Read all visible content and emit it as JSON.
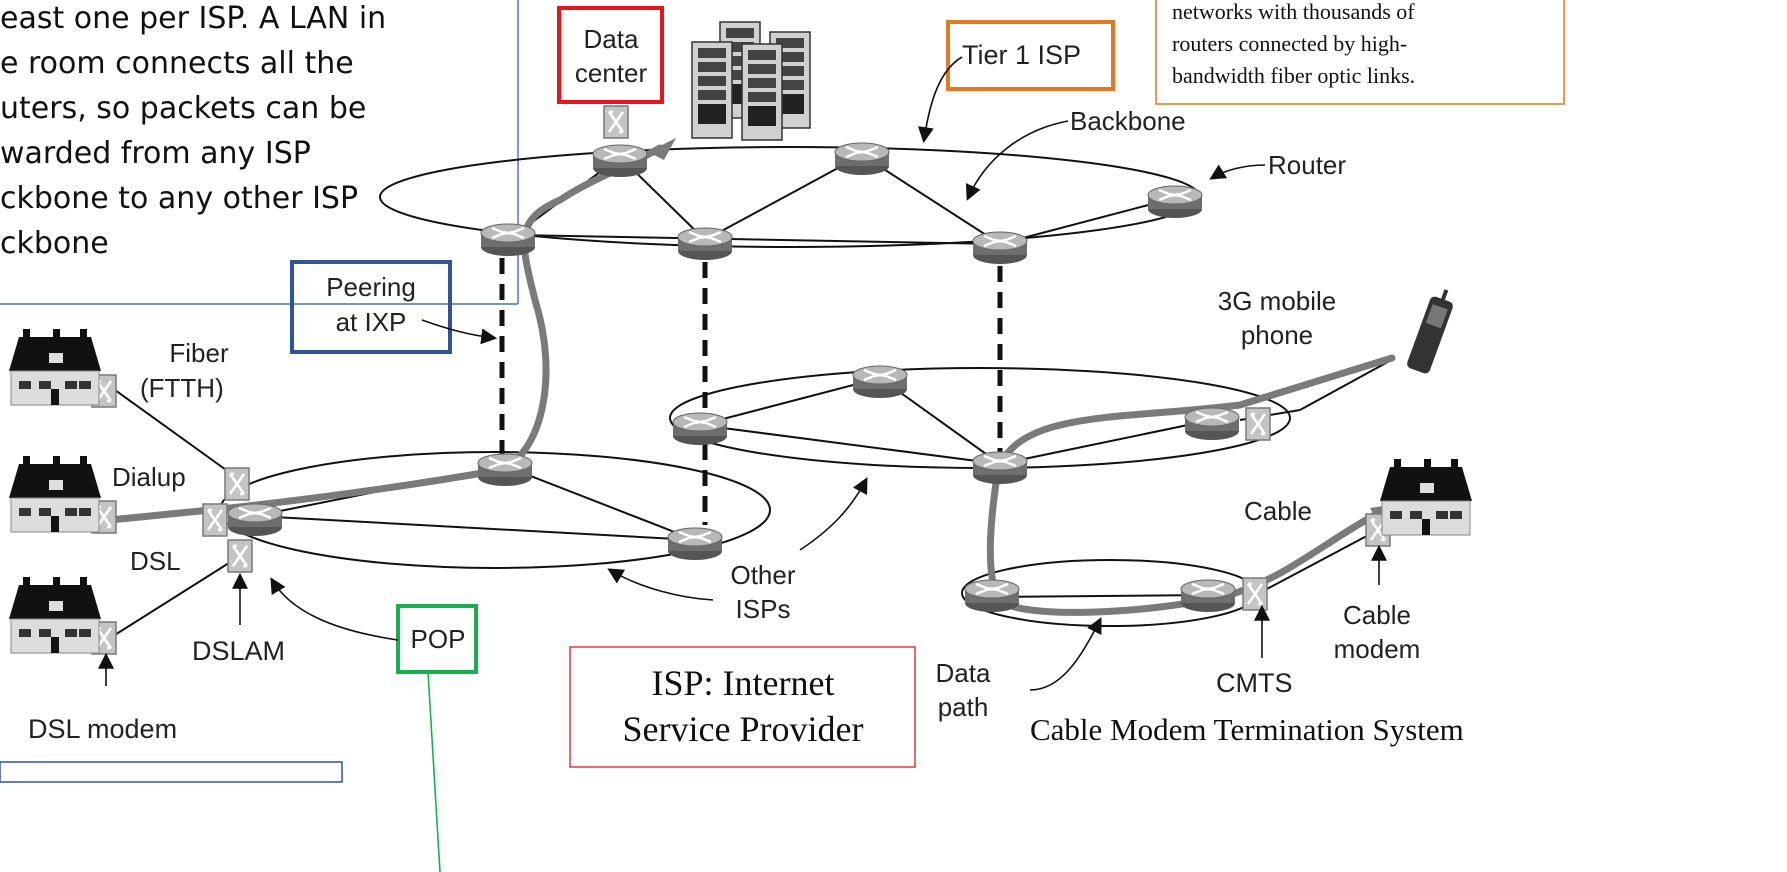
{
  "intro_text": {
    "line1": "east one per ISP. A LAN in",
    "line2": "e room connects all the",
    "line3": "uters, so packets can be",
    "line4": "warded from any ISP",
    "line5": "ckbone to any other ISP",
    "line6": "ckbone"
  },
  "labels": {
    "data_center": [
      "Data",
      "center"
    ],
    "tier1_isp": "Tier 1 ISP",
    "tier1_note": [
      "networks with thousands of",
      "routers connected by high-",
      "bandwidth fiber optic links."
    ],
    "backbone": "Backbone",
    "router": "Router",
    "peering": [
      "Peering",
      "at IXP"
    ],
    "fiber": [
      "Fiber",
      "(FTTH)"
    ],
    "dialup": "Dialup",
    "dsl": "DSL",
    "dslam": "DSLAM",
    "dsl_modem": "DSL modem",
    "pop": "POP",
    "other_isps": [
      "Other",
      "ISPs"
    ],
    "mobile": [
      "3G mobile",
      "phone"
    ],
    "cable": "Cable",
    "cable_modem": [
      "Cable",
      "modem"
    ],
    "cmts": "CMTS",
    "data_path": [
      "Data",
      "path"
    ],
    "isp_def": [
      "ISP: Internet",
      "Service  Provider"
    ],
    "cmts_def": "Cable Modem Termination System"
  },
  "colors": {
    "data_center_box": "#e8141c",
    "tier1_box": "#e07b24",
    "peering_box": "#2f5597",
    "pop_box": "#16b04c",
    "isp_def_box": "#d93b3b",
    "note_box": "#e07b24",
    "panel_lines": "#2f5597",
    "path": "#7a7a7a"
  },
  "icons": [
    "router-icon",
    "server-icon",
    "house-icon",
    "phone-icon",
    "modem-icon"
  ]
}
